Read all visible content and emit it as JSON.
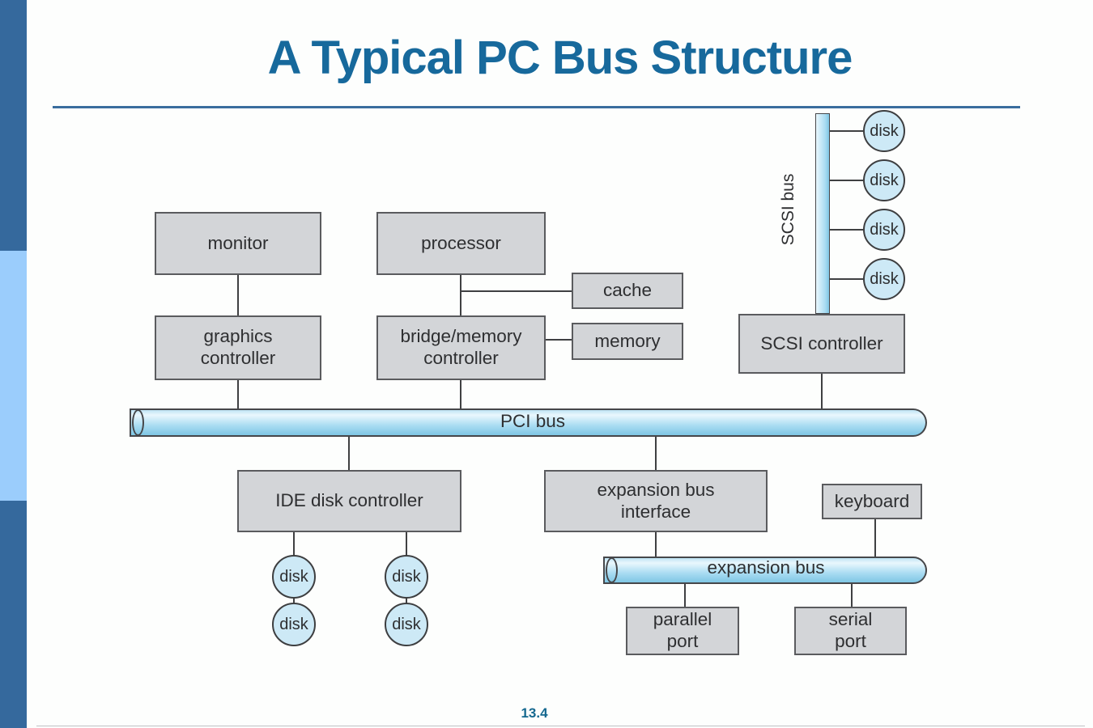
{
  "slide": {
    "title": "A Typical PC Bus Structure",
    "page_number": "13.4"
  },
  "diagram": {
    "nodes": {
      "monitor": "monitor",
      "processor": "processor",
      "cache": "cache",
      "memory": "memory",
      "graphics_controller": "graphics\ncontroller",
      "bridge_memory_controller": "bridge/memory\ncontroller",
      "scsi_controller": "SCSI controller",
      "ide_disk_controller": "IDE disk controller",
      "expansion_bus_interface": "expansion bus\ninterface",
      "keyboard": "keyboard",
      "parallel_port": "parallel\nport",
      "serial_port": "serial\nport"
    },
    "buses": {
      "pci": "PCI bus",
      "expansion": "expansion bus",
      "scsi": "SCSI bus"
    },
    "disk_label": "disk",
    "scsi_disk_count": 4,
    "ide_disk_count": 4
  },
  "colors": {
    "title_text": "#17699c",
    "rule": "#3a6d9e",
    "sidebar_dark": "#35699d",
    "sidebar_light": "#9bcdfc",
    "box_fill": "#d3d5d8",
    "box_border": "#5a5b5e",
    "bus_mid": "#a9dcf2",
    "disk_fill": "#cde9f6",
    "connector": "#3f4042",
    "page_number": "#15688f"
  }
}
